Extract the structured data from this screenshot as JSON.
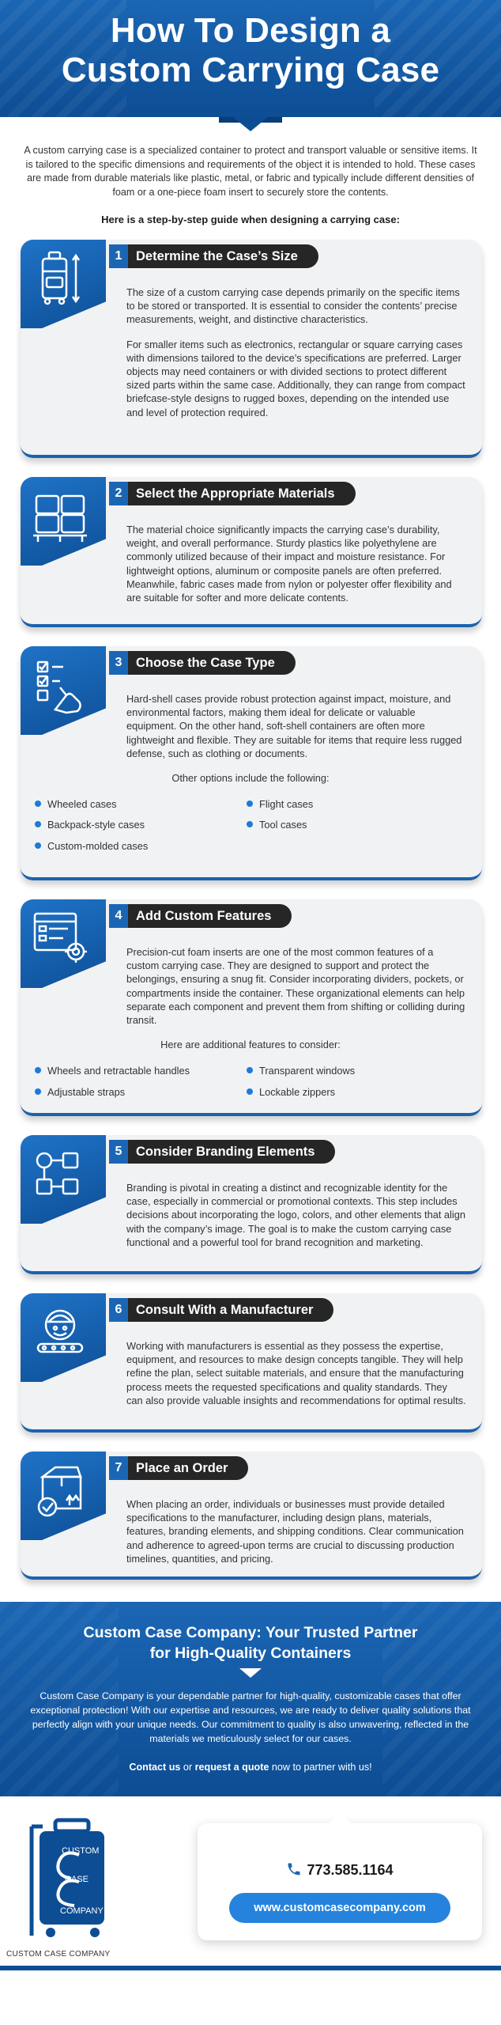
{
  "header": {
    "title_line1": "How To Design a",
    "title_line2": "Custom Carrying Case"
  },
  "intro": {
    "text": "A custom carrying case is a specialized container to protect and transport valuable or sensitive items. It is tailored to the specific dimensions and requirements of the object it is intended to hold. These cases are made from durable materials like plastic, metal, or fabric and typically include different densities of foam or a one-piece foam insert to securely store the contents.",
    "lead": "Here is a step-by-step guide when designing a carrying case:"
  },
  "steps": [
    {
      "number": "1",
      "title": "Determine the Case’s Size",
      "icon": "suitcase-measure-icon",
      "paragraphs": [
        "The size of a custom carrying case depends primarily on the specific items to be stored or transported. It is essential to consider the contents’ precise measurements, weight, and distinctive characteristics.",
        "For smaller items such as electronics, rectangular or square carrying cases with dimensions tailored to the device’s specifications are preferred. Larger objects may need containers or with divided sections to protect different sized parts within the same case. Additionally, they can range from compact briefcase-style designs to rugged boxes, depending on the intended use and level of protection required."
      ]
    },
    {
      "number": "2",
      "title": "Select the Appropriate Materials",
      "icon": "pallet-materials-icon",
      "paragraphs": [
        "The material choice significantly impacts the carrying case’s durability, weight, and overall performance. Sturdy plastics like polyethylene are commonly utilized because of their impact and moisture resistance. For lightweight options, aluminum or composite panels are often preferred. Meanwhile, fabric cases made from nylon or polyester offer flexibility and are suitable for softer and more delicate contents."
      ]
    },
    {
      "number": "3",
      "title": "Choose the Case Type",
      "icon": "checklist-hand-icon",
      "paragraphs": [
        "Hard-shell cases provide robust protection against impact, moisture, and environmental factors, making them ideal for delicate or valuable equipment. On the other hand, soft-shell containers are often more lightweight and flexible. They are suitable for items that require less rugged defense, such as clothing or documents."
      ],
      "note": "Other options include the following:",
      "bullets": [
        "Wheeled cases",
        "Flight cases",
        "Backpack-style cases",
        "Tool cases",
        "Custom-molded cases"
      ]
    },
    {
      "number": "4",
      "title": "Add Custom Features",
      "icon": "settings-form-icon",
      "paragraphs": [
        "Precision-cut foam inserts are one of the most common features of a custom carrying case. They are designed to support and protect the belongings, ensuring a snug fit. Consider incorporating dividers, pockets, or compartments inside the container. These organizational elements can help separate each component and prevent them from shifting or colliding during transit."
      ],
      "note": "Here are additional features to consider:",
      "bullets": [
        "Wheels and retractable handles",
        "Transparent windows",
        "Adjustable straps",
        "Lockable zippers"
      ]
    },
    {
      "number": "5",
      "title": "Consider Branding Elements",
      "icon": "flowchart-icon",
      "paragraphs": [
        "Branding is pivotal in creating a distinct and recognizable identity for the case, especially in commercial or promotional contexts. This step includes decisions about incorporating the logo, colors, and other elements that align with the company’s image. The goal is to make the custom carrying case functional and a powerful tool for brand recognition and marketing."
      ]
    },
    {
      "number": "6",
      "title": "Consult With a Manufacturer",
      "icon": "factory-worker-icon",
      "paragraphs": [
        "Working with manufacturers is essential as they possess the expertise, equipment, and resources to make design concepts tangible. They will help refine the plan, select suitable materials, and ensure that the manufacturing process meets the requested specifications and quality standards. They can also provide valuable insights and recommendations for optimal results."
      ]
    },
    {
      "number": "7",
      "title": "Place an Order",
      "icon": "package-check-icon",
      "paragraphs": [
        "When placing an order, individuals or businesses must provide detailed specifications to the manufacturer, including design plans, materials, features, branding elements, and shipping conditions. Clear communication and adherence to agreed-upon terms are crucial to discussing production timelines, quantities, and pricing."
      ]
    }
  ],
  "partner": {
    "title_line1": "Custom Case Company: Your Trusted Partner",
    "title_line2": "for High-Quality Containers",
    "text": "Custom Case Company is your dependable partner for high-quality, customizable cases that offer exceptional protection! With our expertise and resources, we are ready to deliver quality solutions that perfectly align with your unique needs. Our commitment to quality is also unwavering, reflected in the materials we meticulously select for our cases.",
    "cta_link1": "Contact us",
    "cta_mid": " or ",
    "cta_link2": "request a quote",
    "cta_end": " now to partner with us!"
  },
  "footer": {
    "logo_word1": "CUSTOM",
    "logo_word2": "CASE",
    "logo_word3": "COMPANY",
    "logo_caption": "CUSTOM CASE COMPANY",
    "phone": "773.585.1164",
    "url": "www.customcasecompany.com"
  },
  "colors": {
    "brand_blue": "#1b66b4",
    "dark_blue": "#0d4d94",
    "accent": "#2583dd",
    "label_dark": "#262626"
  }
}
